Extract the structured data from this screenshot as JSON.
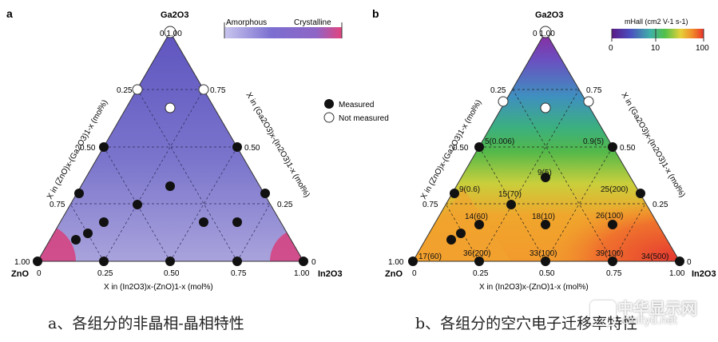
{
  "panel_a": {
    "panel_label": "a",
    "apex_top": "Ga2O3",
    "apex_left": "ZnO",
    "apex_right": "In2O3",
    "top_tick": "0  1.00",
    "colorbar": {
      "left_label": "Amorphous",
      "right_label": "Crystalline"
    },
    "legend": {
      "measured": "Measured",
      "not_measured": "Not measured"
    },
    "bottom_axis_label": "X in (In2O3)x-(ZnO)1-x (mol%)",
    "left_axis_label": "X in (ZnO)x-(Ga2O3)1-x (mol%)",
    "right_axis_label": "X in (Ga2O3)x-(In2O3)1-x (mol%)",
    "bottom_ticks": [
      "0",
      "0.25",
      "0.50",
      "0.75",
      "1.00"
    ],
    "left_ticks": [
      "0.25",
      "0.50",
      "0.75",
      "1.00"
    ],
    "right_ticks": [
      "0.75",
      "0.50",
      "0.25",
      "0"
    ],
    "caption": "a、各组分的非晶相-晶相特性"
  },
  "panel_b": {
    "panel_label": "b",
    "apex_top": "Ga2O3",
    "apex_left": "ZnO",
    "apex_right": "In2O3",
    "top_tick": "0  1.00",
    "colorbar": {
      "title": "mHall (cm2 V-1 s-1)",
      "ticks": [
        "0",
        "10",
        "100"
      ]
    },
    "bottom_axis_label": "X in (In2O3)x-(ZnO)1-x (mol%)",
    "left_axis_label": "X in (ZnO)x-(Ga2O3)1-x (mol%)",
    "right_axis_label": "X in (Ga2O3)x-(In2O3)1-x (mol%)",
    "bottom_ticks": [
      "0",
      "0.25",
      "0.50",
      "0.75",
      "1.00"
    ],
    "left_ticks": [
      "0.25",
      "0.50",
      "0.75",
      "1.00"
    ],
    "right_ticks": [
      "0.75",
      "0.50",
      "0.25",
      "0"
    ],
    "point_labels": [
      "5(0.006)",
      "0.9(5)",
      "9(5)",
      "9(0.6)",
      "15(70)",
      "25(200)",
      "14(60)",
      "18(10)",
      "26(100)",
      "17(60)",
      "36(200)",
      "33(100)",
      "39(100)",
      "34(500)"
    ],
    "caption": "b、各组分的空穴电子迁移率特性"
  },
  "watermark": {
    "brand": "中华显示网",
    "url": "cinityd.net"
  },
  "colors": {
    "amorphous": "#6e66c8",
    "crystalline": "#e0407a",
    "measured": "#111111"
  }
}
